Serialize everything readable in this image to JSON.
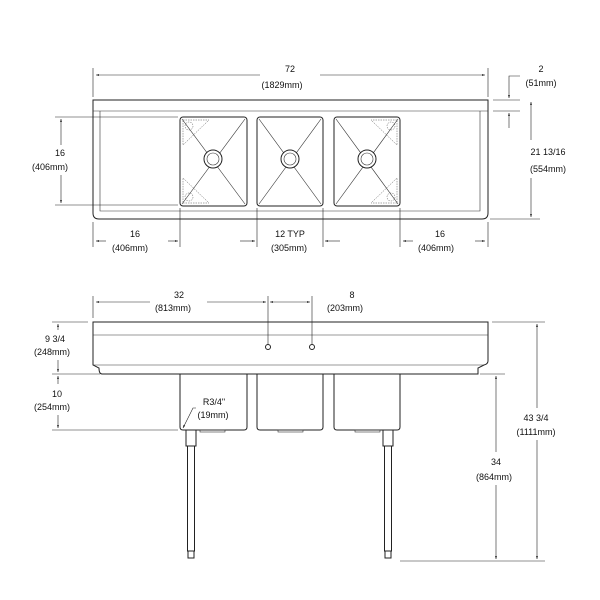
{
  "top_view": {
    "overall_width": {
      "value": "72",
      "metric": "(1829mm)"
    },
    "backsplash": {
      "value": "2",
      "metric": "(51mm)"
    },
    "overall_depth": {
      "value": "21 13/16",
      "metric": "(554mm)"
    },
    "bowl_depth": {
      "value": "16",
      "metric": "(406mm)"
    },
    "left_drainboard": {
      "value": "16",
      "metric": "(406mm)"
    },
    "bowl_width": {
      "value": "12 TYP",
      "metric": "(305mm)"
    },
    "right_drainboard": {
      "value": "16",
      "metric": "(406mm)"
    }
  },
  "front_view": {
    "faucet_offset": {
      "value": "32",
      "metric": "(813mm)"
    },
    "faucet_spacing": {
      "value": "8",
      "metric": "(203mm)"
    },
    "backsplash_height": {
      "value": "9 3/4",
      "metric": "(248mm)"
    },
    "bowl_height": {
      "value": "10",
      "metric": "(254mm)"
    },
    "corner_radius": {
      "value": "R3/4\"",
      "metric": "(19mm)"
    },
    "work_height": {
      "value": "34",
      "metric": "(864mm)"
    },
    "overall_height": {
      "value": "43 3/4",
      "metric": "(1111mm)"
    }
  }
}
